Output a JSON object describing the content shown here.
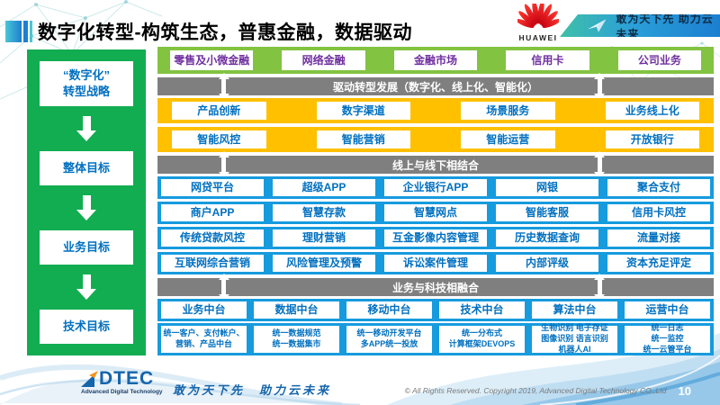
{
  "header": {
    "title": "数字化转型-构筑生态，普惠金融，数据驱动",
    "huawei_logo_text": "HUAWEI",
    "ribbon_slogan": "敢为天下先 助力云未来"
  },
  "sidebar": {
    "items": [
      "“数字化”\n转型战略",
      "整体目标",
      "业务目标",
      "技术目标"
    ]
  },
  "main": {
    "business_lines": [
      "零售及小微金融",
      "网络金融",
      "金融市场",
      "信用卡",
      "公司业务"
    ],
    "banner_drive": "驱动转型发展（数字化、线上化、智能化）",
    "yellow_rows": [
      [
        "产品创新",
        "数字渠道",
        "场景服务",
        "业务线上化"
      ],
      [
        "智能风控",
        "智能营销",
        "智能运营",
        "开放银行"
      ]
    ],
    "banner_online_offline": "线上与线下相结合",
    "blue_rows": [
      [
        "网贷平台",
        "超级APP",
        "企业银行APP",
        "网银",
        "聚合支付"
      ],
      [
        "商户APP",
        "智慧存款",
        "智慧网点",
        "智能客服",
        "信用卡风控"
      ],
      [
        "传统贷款风控",
        "理财营销",
        "互金影像内容管理",
        "历史数据查询",
        "流量对接"
      ],
      [
        "互联网综合营销",
        "风险管理及预警",
        "诉讼案件管理",
        "内部评级",
        "资本充足评定"
      ]
    ],
    "banner_biz_tech": "业务与科技相融合",
    "platform_headers": [
      "业务中台",
      "数据中台",
      "移动中台",
      "技术中台",
      "算法中台",
      "运营中台"
    ],
    "platform_details": [
      "统一客户、支付帐户、营销、产品中台",
      "统一数据规范\n统一数据集市",
      "统一移动开发平台\n多APP统一投放",
      "统一分布式\n计算框架DEVOPS",
      "生物识别 电子存证\n图像识别 语言识别\n机器人AI",
      "统一日志\n统一监控\n统一云管平台"
    ]
  },
  "footer": {
    "dtec_logo": "DTEC",
    "dtec_sub": "Advanced Digital Technology",
    "slogan": "敢为天下先　助力云未来",
    "copyright": "© All Rights Reserved. Copyright 2019, Advanced Digital Technology CO.,Ltd",
    "page_number": "10"
  },
  "colors": {
    "sidebar_green": "#12ad51",
    "band_green": "#82c341",
    "band_yellow": "#ffc000",
    "band_blue": "#169bde",
    "banner_gray": "#7f7f7f",
    "cell_text_blue": "#0070c0",
    "cell_text_purple": "#7030a0",
    "dtec_blue": "#1565ab",
    "huawei_red": "#e2001a"
  }
}
